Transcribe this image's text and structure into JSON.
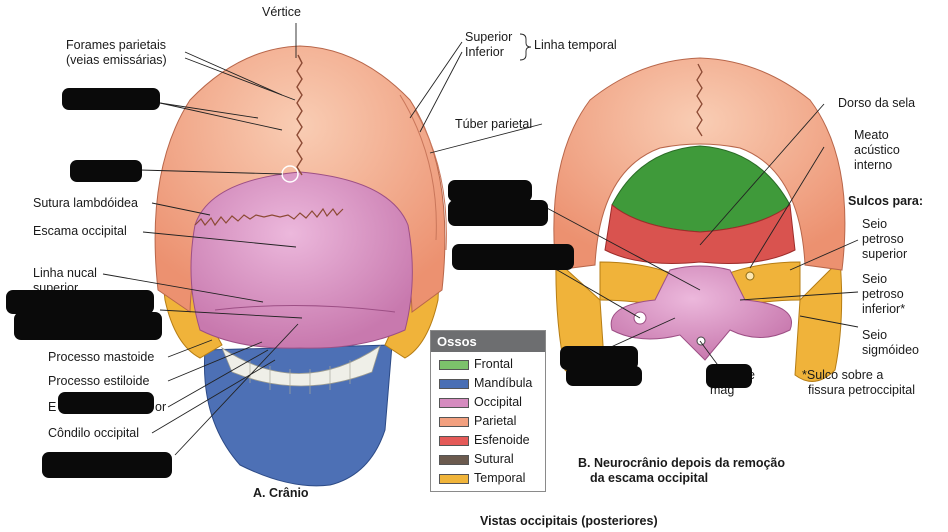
{
  "labels": {
    "vertice": "Vértice",
    "forames_l1": "Forames parietais",
    "forames_l2": "(veias emissárias)",
    "superior": "Superior",
    "inferior": "Inferior",
    "linha_temporal": "Linha temporal",
    "tuber_parietal": "Túber parietal",
    "sutura_lambdoidea": "Sutura lambdóidea",
    "escama_occipital": "Escama occipital",
    "linha_nucal_l1": "Linha nucal",
    "linha_nucal_l2": "superior",
    "processo_mastoide": "Processo mastoide",
    "processo_estiloide": "Processo estiloide",
    "condilo_occipital": "Côndilo occipital",
    "dorso_sela": "Dorso da sela",
    "meato_l1": "Meato",
    "meato_l2": "acústico",
    "meato_l3": "interno",
    "sulcos_para": "Sulcos para:",
    "seio_ps_l1": "Seio",
    "seio_ps_l2": "petroso",
    "seio_ps_l3": "superior",
    "seio_pi_l1": "Seio",
    "seio_pi_l2": "petroso",
    "seio_pi_l3": "inferior*",
    "seio_s_l1": "Seio",
    "seio_s_l2": "sigmóideo",
    "nota_l1": "*Sulco sobre a",
    "nota_l2": "fissura petroccipital",
    "caption_a": "A. Crânio",
    "caption_b_l1": "B. Neurocrânio depois da remoção",
    "caption_b_l2": "da escama occipital",
    "main_title": "Vistas occipitais (posteriores)",
    "partial_left_1": "E",
    "partial_left_2": "or",
    "partial_right_1": "e",
    "partial_right_2": "mag"
  },
  "legend": {
    "title": "Ossos",
    "items": [
      {
        "label": "Frontal",
        "color": "#7cc26b"
      },
      {
        "label": "Mandíbula",
        "color": "#4a6fb5"
      },
      {
        "label": "Occipital",
        "color": "#d58bbf"
      },
      {
        "label": "Parietal",
        "color": "#f2a07f"
      },
      {
        "label": "Esfenoide",
        "color": "#e45a58"
      },
      {
        "label": "Sutural",
        "color": "#6b5a4e"
      },
      {
        "label": "Temporal",
        "color": "#f0b43a"
      }
    ]
  },
  "colors": {
    "parietal": "#f2a382",
    "parietal_light": "#f7c2a8",
    "occipital": "#d58bbf",
    "frontal": "#3f9a3a",
    "sphenoid": "#d9534f",
    "temporal": "#f2b33a",
    "mandible": "#4a6fb5",
    "teeth": "#f0f0ea",
    "line": "#222222"
  }
}
